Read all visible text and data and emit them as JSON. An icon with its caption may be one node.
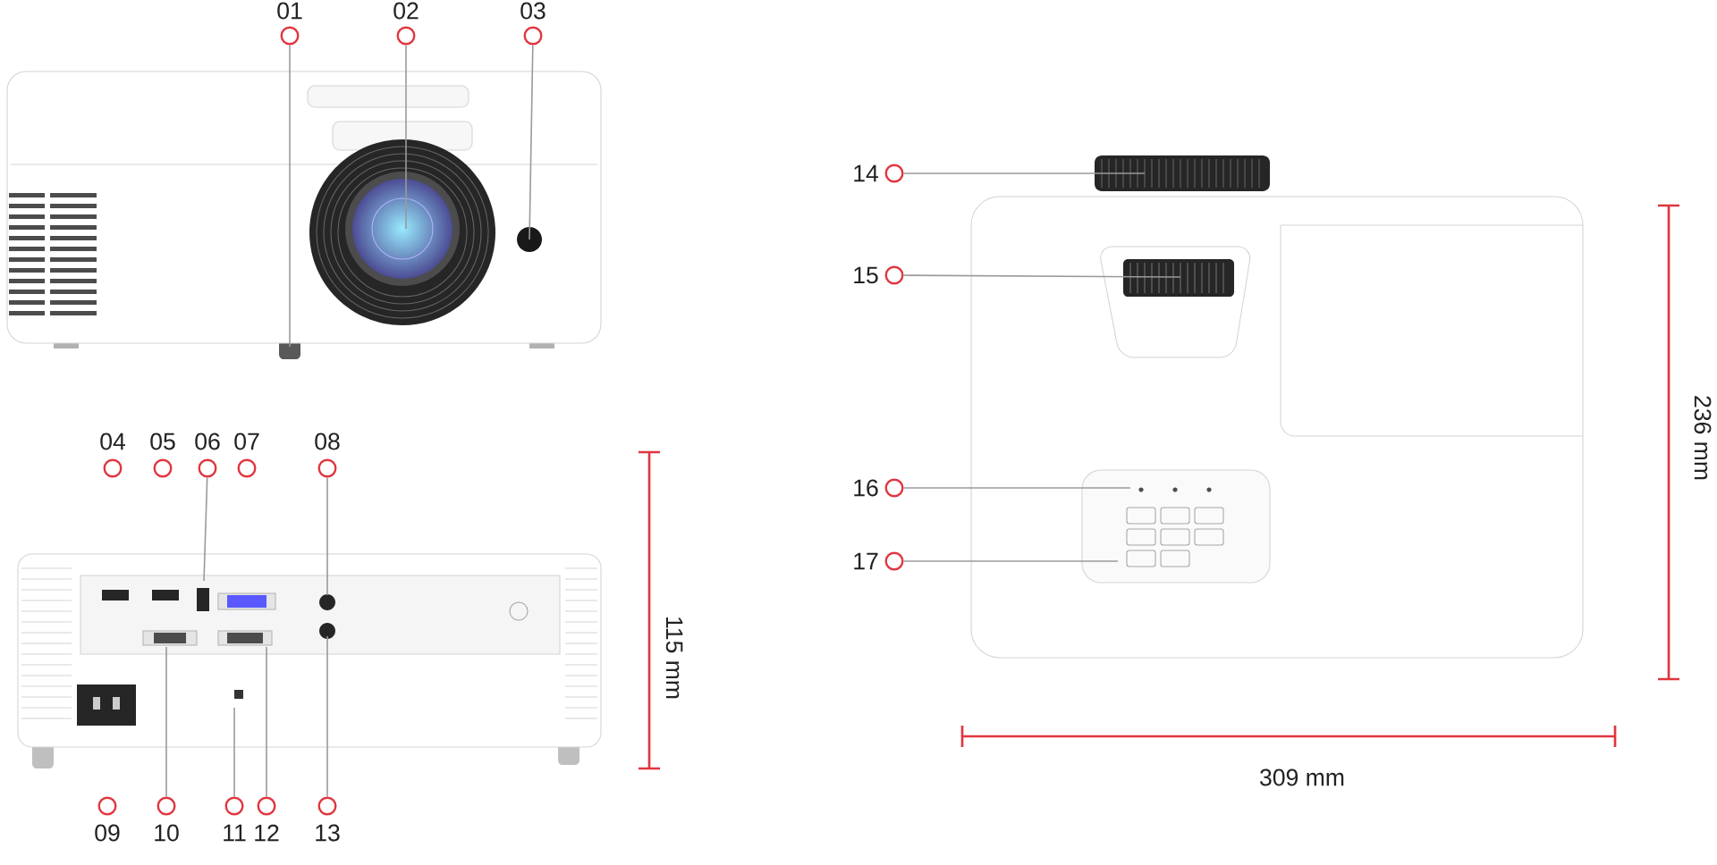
{
  "diagram": {
    "nodes": [
      {
        "text": [
          "01"
        ]
      },
      {
        "text": [
          "02"
        ]
      },
      {
        "text": [
          "03"
        ]
      },
      {
        "text": [
          "06"
        ]
      },
      {
        "text": [
          "08"
        ]
      },
      {
        "text": [
          "10"
        ]
      },
      {
        "text": [
          "11"
        ]
      },
      {
        "text": [
          "12"
        ]
      },
      {
        "text": [
          "13"
        ]
      },
      {
        "text": [
          "14"
        ]
      },
      {
        "text": [
          "15"
        ]
      },
      {
        "text": [
          "16"
        ]
      },
      {
        "text": [
          "17"
        ]
      }
    ],
    "edges": [
      {
        "from": 0,
        "to": null,
        "arrow": "none"
      },
      {
        "from": 1,
        "to": null,
        "arrow": "none"
      },
      {
        "from": 2,
        "to": null,
        "arrow": "none"
      },
      {
        "from": 3,
        "to": null,
        "arrow": "none"
      },
      {
        "from": 4,
        "to": null,
        "arrow": "none"
      },
      {
        "from": 5,
        "to": null,
        "arrow": "none"
      },
      {
        "from": 6,
        "to": null,
        "arrow": "none"
      },
      {
        "from": 7,
        "to": null,
        "arrow": "none"
      },
      {
        "from": 8,
        "to": null,
        "arrow": "none"
      },
      {
        "from": 9,
        "to": null,
        "arrow": "none"
      },
      {
        "from": 10,
        "to": null,
        "arrow": "none"
      },
      {
        "from": 11,
        "to": null,
        "arrow": "none"
      },
      {
        "from": 12,
        "to": null,
        "arrow": "none"
      }
    ],
    "labels": [
      "04",
      "05",
      "07",
      "09",
      "115 mm",
      "236 mm",
      "309 mm"
    ]
  }
}
